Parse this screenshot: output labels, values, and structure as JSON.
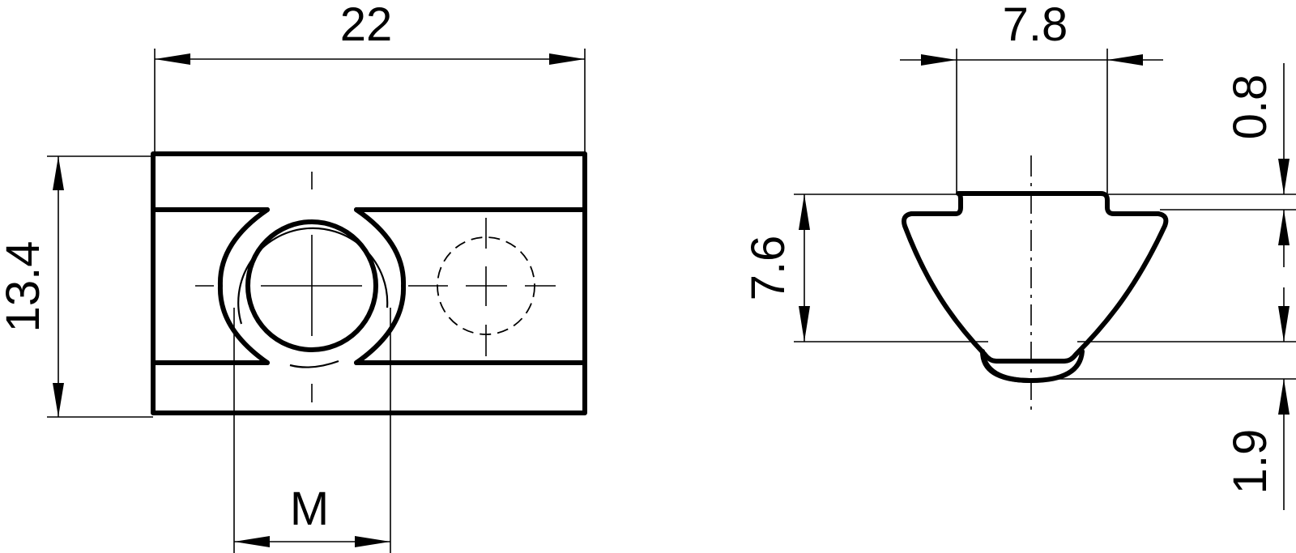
{
  "drawing": {
    "title": "T-slot nut technical drawing",
    "line_color": "#000000",
    "background": "#ffffff",
    "front_view": {
      "dimensions": {
        "width": "22",
        "height": "13.4",
        "thread": "M"
      }
    },
    "side_view": {
      "dimensions": {
        "top_width": "7.8",
        "body_height": "7.6",
        "step_height": "0.8",
        "ball_protrusion": "1.9"
      }
    }
  }
}
